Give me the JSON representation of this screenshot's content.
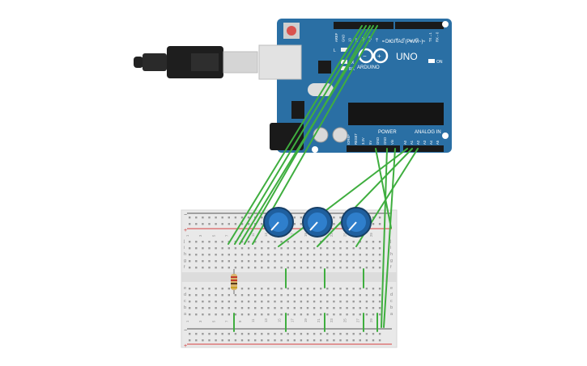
{
  "arduino": {
    "model": "UNO",
    "brand": "ARDUINO",
    "digital_label": "DIGITAL (PWM~)",
    "power_label": "POWER",
    "analog_label": "ANALOG IN",
    "on_label": "ON",
    "tx_label": "TX",
    "rx_label": "RX",
    "l_label": "L",
    "top_pins": [
      "AREF",
      "GND",
      "13",
      "12",
      "~11",
      "~10",
      "~9",
      "8",
      "7",
      "~6",
      "~5",
      "4",
      "~3",
      "2",
      "TX→1",
      "RX←0"
    ],
    "power_pins": [
      "IOREF",
      "RESET",
      "3.3V",
      "5V",
      "GND",
      "GND",
      "Vin"
    ],
    "analog_pins": [
      "A0",
      "A1",
      "A2",
      "A3",
      "A4",
      "A5"
    ]
  },
  "breadboard": {
    "row_letters_top": [
      "j",
      "i",
      "h",
      "g",
      "f"
    ],
    "row_letters_bottom": [
      "e",
      "d",
      "c",
      "b",
      "a"
    ],
    "column_numbers": [
      "1",
      "3",
      "5",
      "7",
      "9",
      "11",
      "13",
      "15",
      "17",
      "19",
      "21",
      "23",
      "25",
      "27",
      "29"
    ],
    "rail_plus": "+",
    "rail_minus": "−"
  },
  "colors": {
    "board": "#2a6fa4",
    "board_dark": "#1f5a88",
    "wire": "#3fae3f",
    "breadboard": "#e9e9e9",
    "rail_red": "#d84040",
    "rail_black": "#555555",
    "pot": "#1f5f9e"
  }
}
